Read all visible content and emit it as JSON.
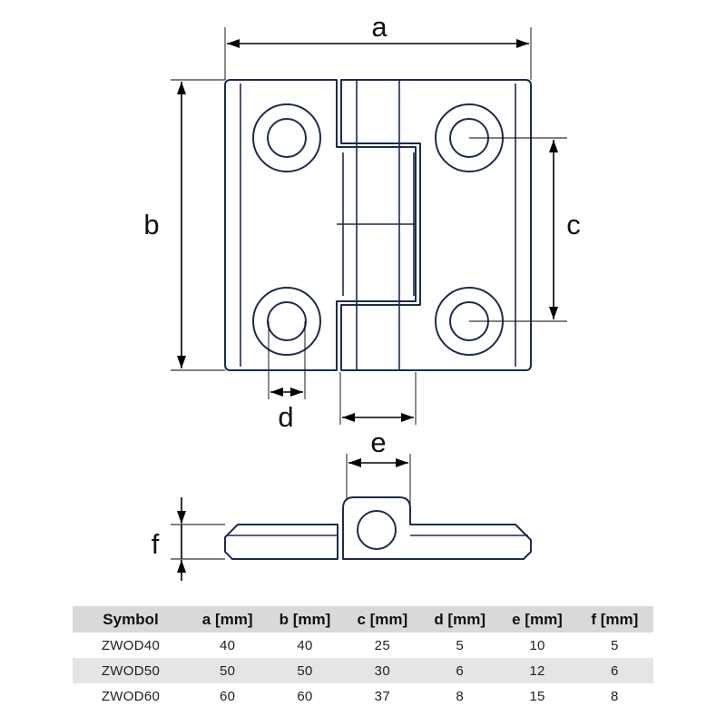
{
  "drawing": {
    "labels": {
      "a": "a",
      "b": "b",
      "c": "c",
      "d": "d",
      "e": "e",
      "f": "f"
    },
    "outline_color": "#1d2b4e"
  },
  "table": {
    "headers": [
      "Symbol",
      "a [mm]",
      "b [mm]",
      "c [mm]",
      "d [mm]",
      "e [mm]",
      "f [mm]"
    ],
    "rows": [
      [
        "ZWOD40",
        "40",
        "40",
        "25",
        "5",
        "10",
        "5"
      ],
      [
        "ZWOD50",
        "50",
        "50",
        "30",
        "6",
        "12",
        "6"
      ],
      [
        "ZWOD60",
        "60",
        "60",
        "37",
        "8",
        "15",
        "8"
      ]
    ],
    "header_bg": "#d8d9db",
    "stripe_bg": "#e4e5e7"
  }
}
